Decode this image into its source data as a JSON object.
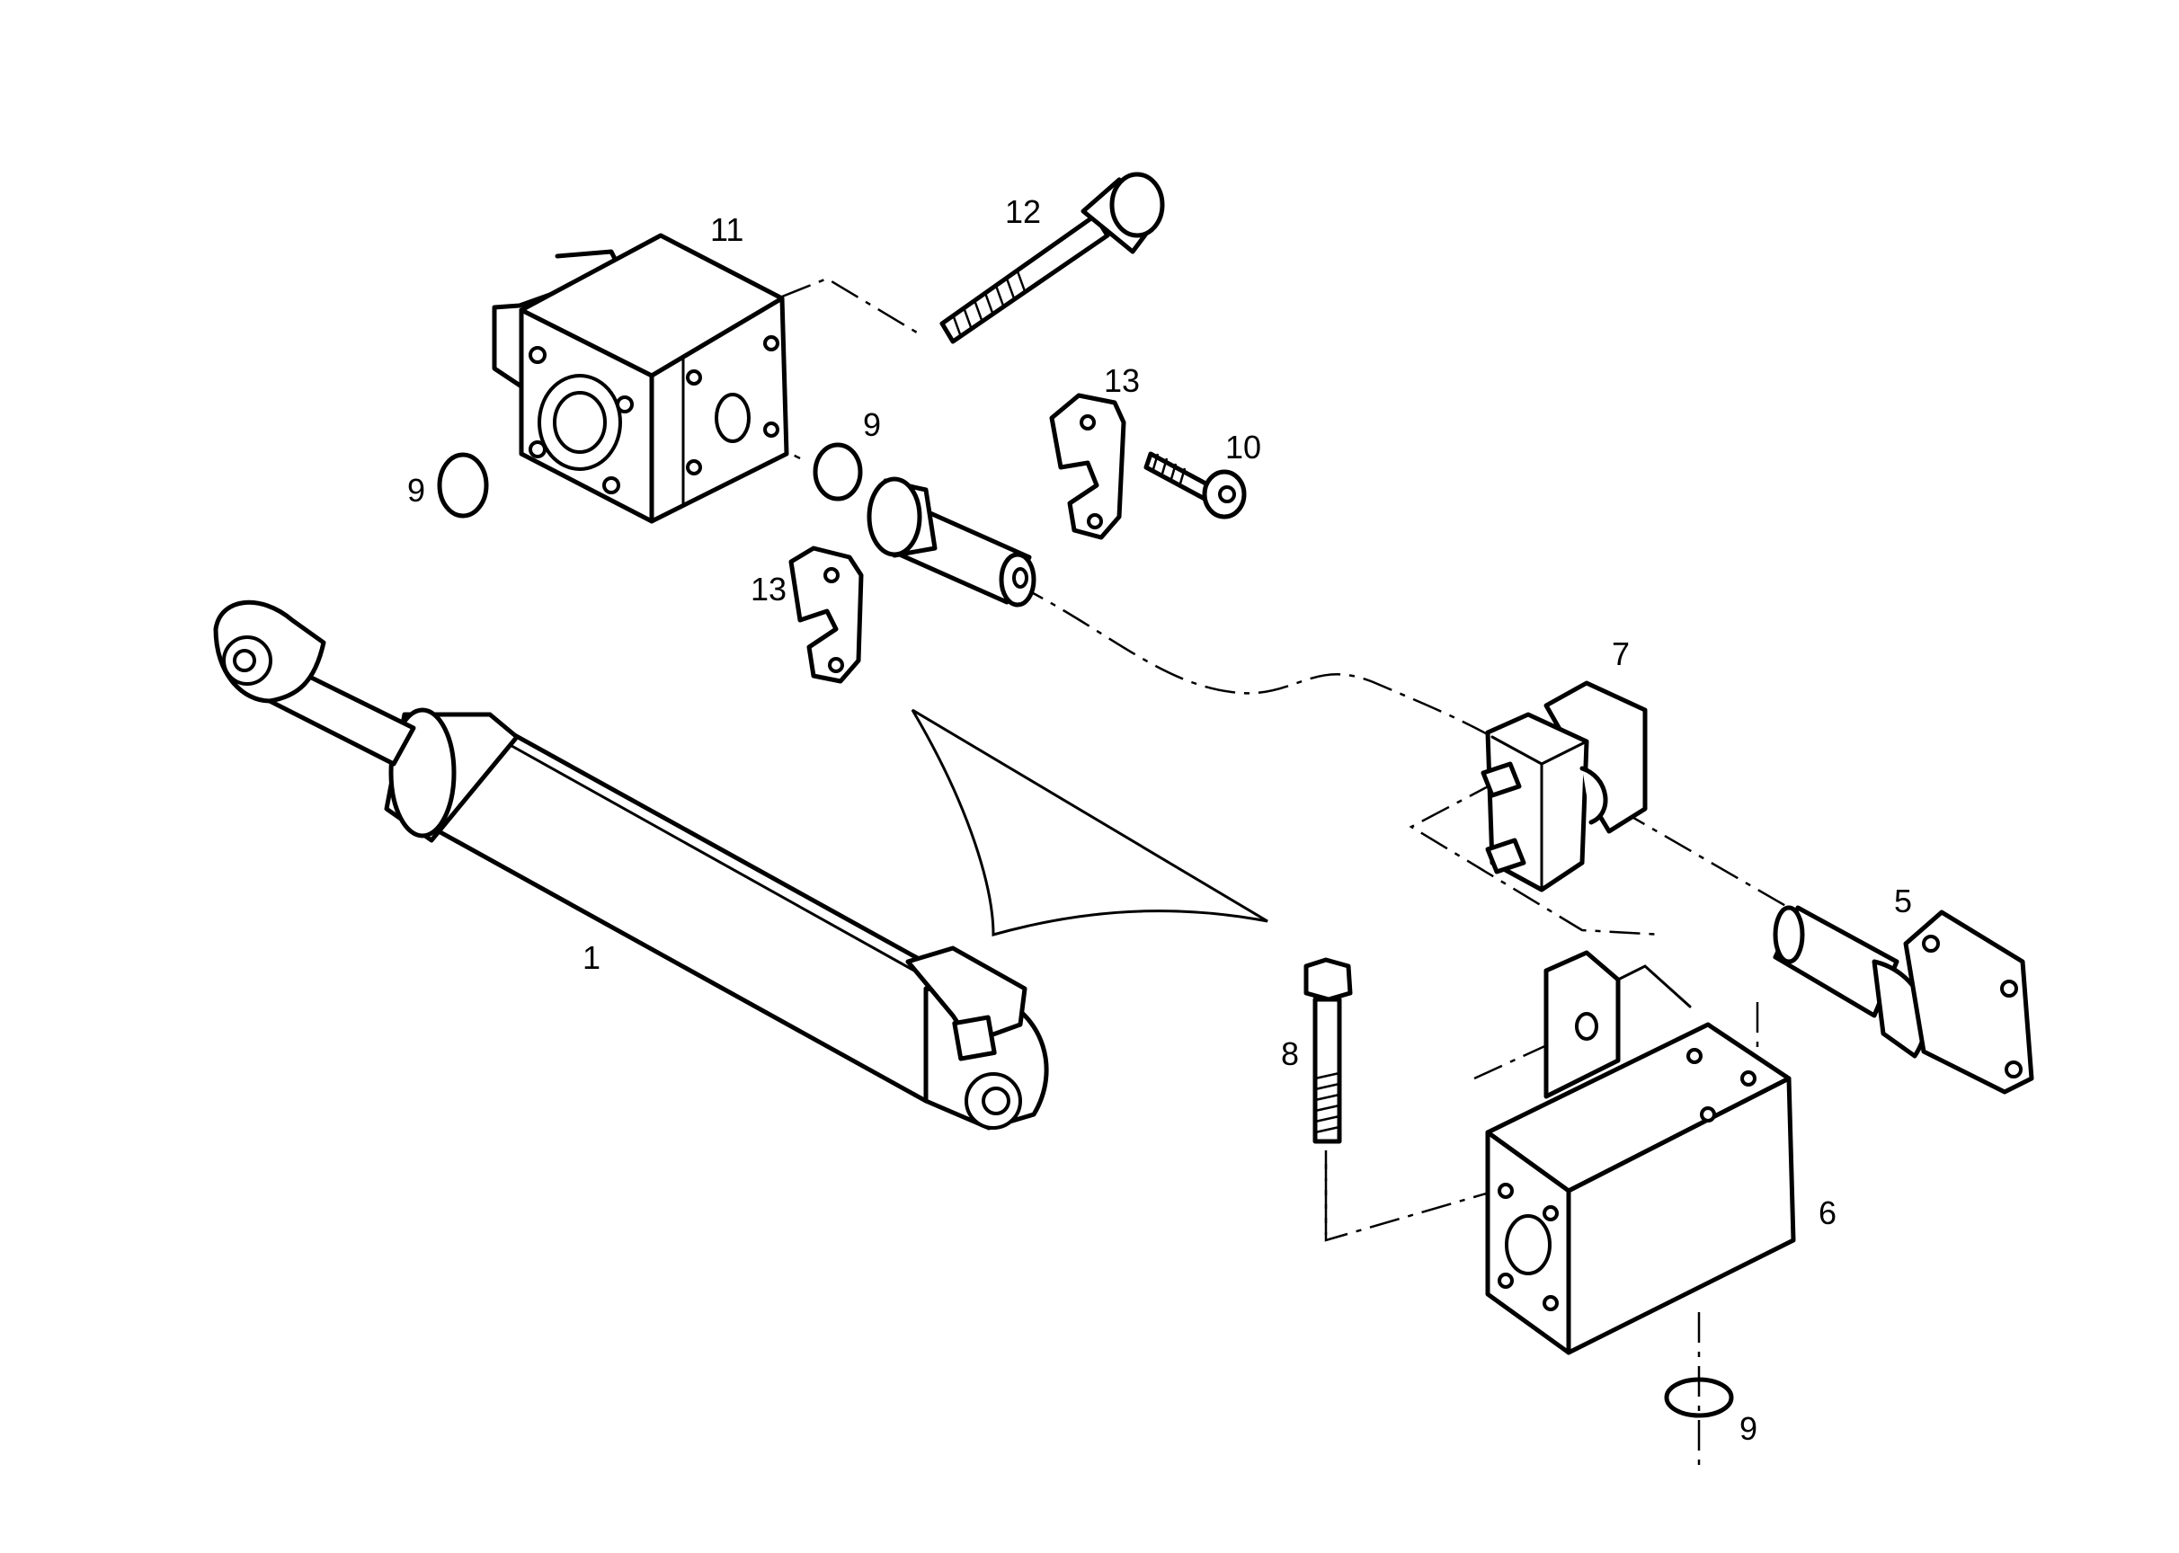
{
  "callouts": {
    "part_1": "1",
    "part_5": "5",
    "part_6": "6",
    "part_7": "7",
    "part_8": "8",
    "part_9_left": "9",
    "part_9_mid": "9",
    "part_9_bottom": "9",
    "part_10": "10",
    "part_11": "11",
    "part_12": "12",
    "part_13_upper": "13",
    "part_13_lower": "13"
  }
}
